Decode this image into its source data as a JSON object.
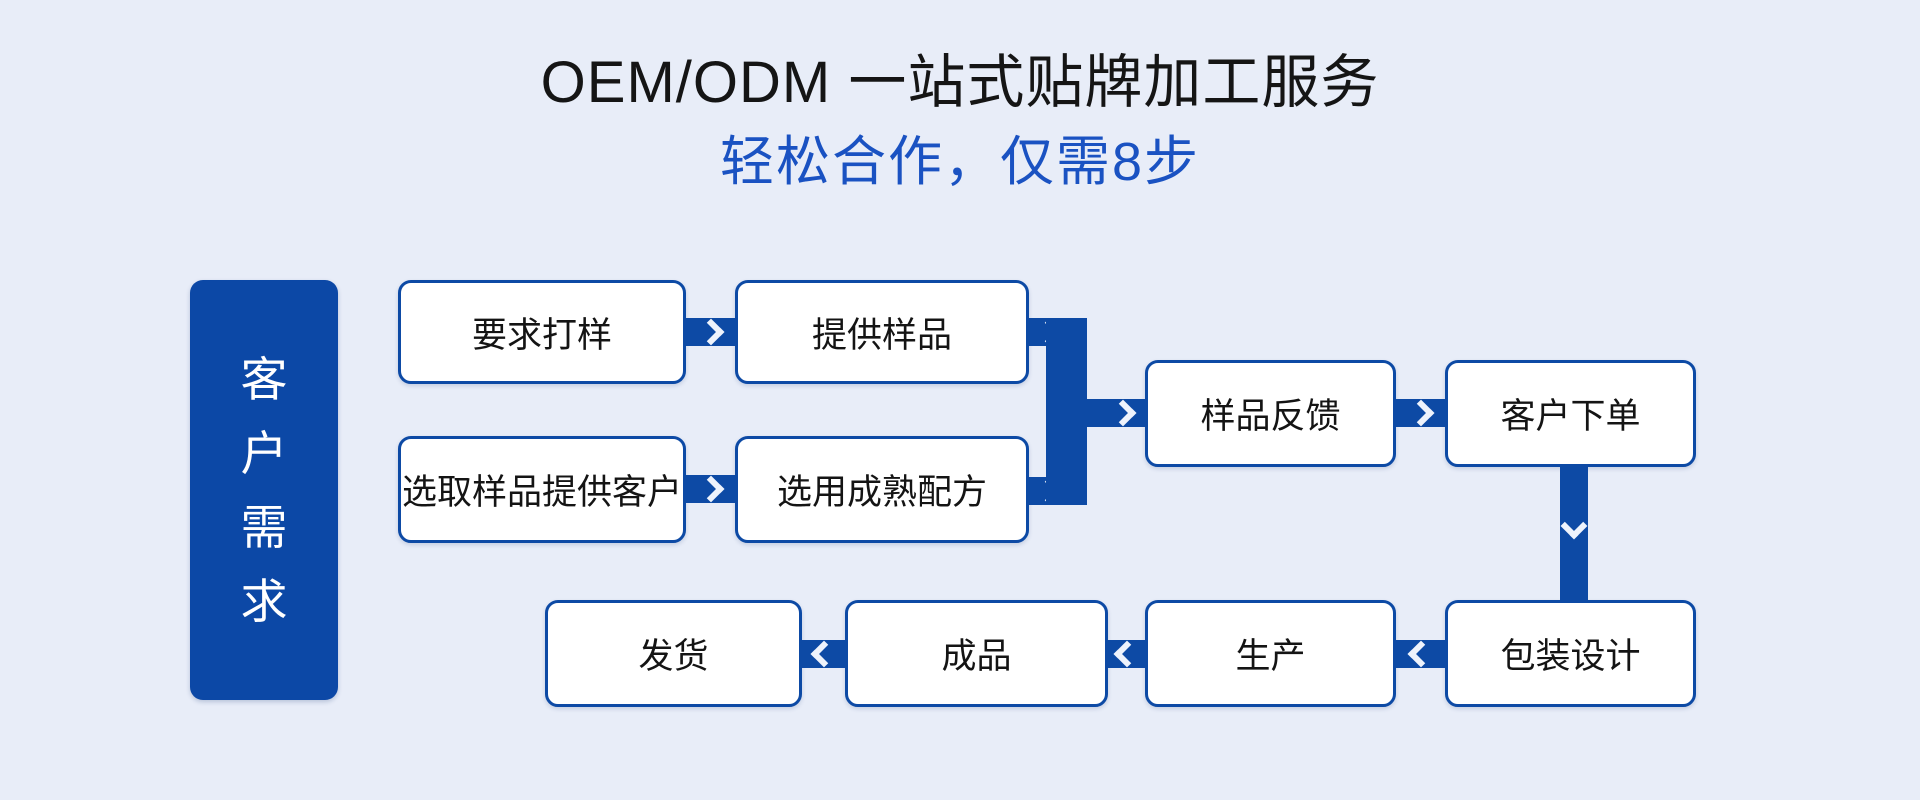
{
  "header": {
    "title": "OEM/ODM 一站式贴牌加工服务",
    "subtitle": "轻松合作，仅需8步"
  },
  "panel": {
    "label": "客户需求",
    "chars": [
      "客",
      "户",
      "需",
      "求"
    ]
  },
  "steps": [
    {
      "id": 1,
      "label": "要求打样"
    },
    {
      "id": 2,
      "label": "提供样品"
    },
    {
      "id": 3,
      "label": "选取样品提供客户"
    },
    {
      "id": 4,
      "label": "选用成熟配方"
    },
    {
      "id": 5,
      "label": "样品反馈"
    },
    {
      "id": 6,
      "label": "客户下单"
    },
    {
      "id": 7,
      "label": "包装设计"
    },
    {
      "id": 8,
      "label": "生产"
    },
    {
      "id": 9,
      "label": "成品"
    },
    {
      "id": 10,
      "label": "发货"
    }
  ],
  "colors": {
    "background": "#e8edf8",
    "primary_blue": "#0d4aa5",
    "panel_blue": "#0c48a6",
    "subtitle_blue": "#1a52c2",
    "box_fill": "#ffffff",
    "box_text": "#141414",
    "panel_text": "#ffffff",
    "chevron": "#eef3fc"
  }
}
